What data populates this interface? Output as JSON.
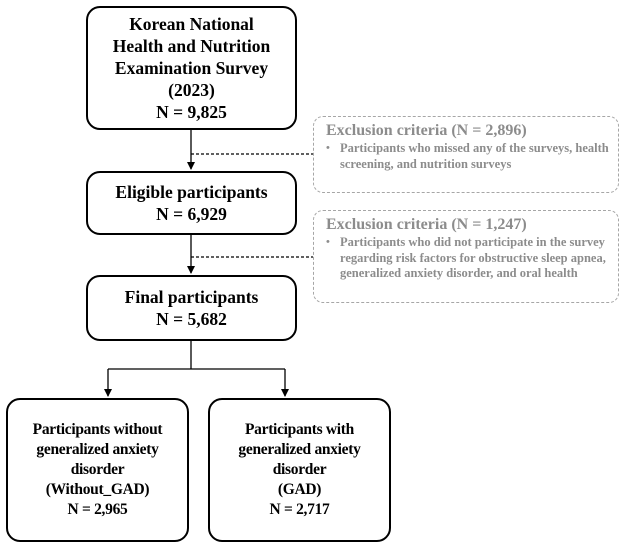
{
  "source_box": {
    "lines": [
      "Korean National",
      "Health and Nutrition",
      "Examination Survey",
      "(2023)",
      "N = 9,825"
    ]
  },
  "exclusion_1": {
    "title": "Exclusion criteria (N = 2,896)",
    "bullet": "•",
    "text": "Participants who missed any of the surveys, health screening, and nutrition surveys"
  },
  "eligible_box": {
    "lines": [
      "Eligible participants",
      "N = 6,929"
    ]
  },
  "exclusion_2": {
    "title": "Exclusion criteria (N = 1,247)",
    "bullet": "•",
    "text": "Participants who did not participate in the survey regarding risk factors for obstructive sleep apnea, generalized anxiety disorder, and oral health"
  },
  "final_box": {
    "lines": [
      "Final participants",
      "N = 5,682"
    ]
  },
  "without_gad_box": {
    "lines": [
      "Participants without",
      "generalized anxiety",
      "disorder",
      "(Without_GAD)",
      "N = 2,965"
    ]
  },
  "with_gad_box": {
    "lines": [
      "Participants with",
      "generalized anxiety",
      "disorder",
      "(GAD)",
      "N = 2,717"
    ]
  },
  "colors": {
    "box_border": "#000000",
    "dashed_border": "#a6a6a6",
    "exclusion_text": "#8c8c8c"
  }
}
